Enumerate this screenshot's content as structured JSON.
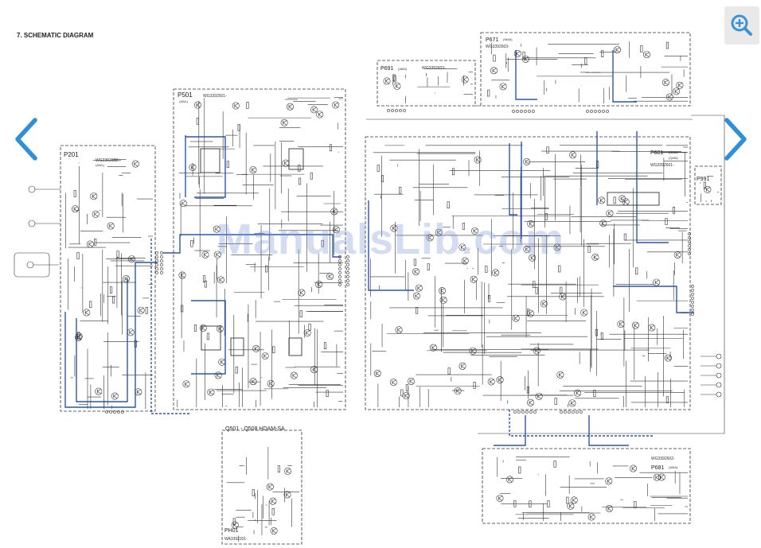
{
  "page": {
    "title": "7. SCHEMATIC DIAGRAM"
  },
  "watermark": "ManualsLib.com",
  "viewer": {
    "zoom_icon": "zoom-in-icon",
    "prev_icon": "chevron-left-icon",
    "next_icon": "chevron-right-icon",
    "arrow_color": "#2f8fd8"
  },
  "boards": {
    "p201": {
      "label": "P201",
      "code": "WG3392602-",
      "sub": "(AWL)"
    },
    "p501": {
      "label": "P501",
      "code": "WG3392501-",
      "sub": "(AWL)"
    },
    "p691": {
      "label": "P691",
      "sub": "(AMA)",
      "code": "WG3392603-"
    },
    "p671": {
      "label": "P671",
      "sub": "(NMA)",
      "code": "WG3392603-"
    },
    "p601": {
      "label": "P601",
      "sub": "(NMA)",
      "sub2": "(QMA)",
      "code": "WG3392601-"
    },
    "p991": {
      "label": "P991"
    },
    "p681": {
      "label": "P681",
      "sub": "(AMA)",
      "code": "WG3392602-"
    },
    "ph01": {
      "label": "PH01",
      "code": "WA3392J01-",
      "header": "Q501 - Q508    HDAM-SA"
    }
  }
}
